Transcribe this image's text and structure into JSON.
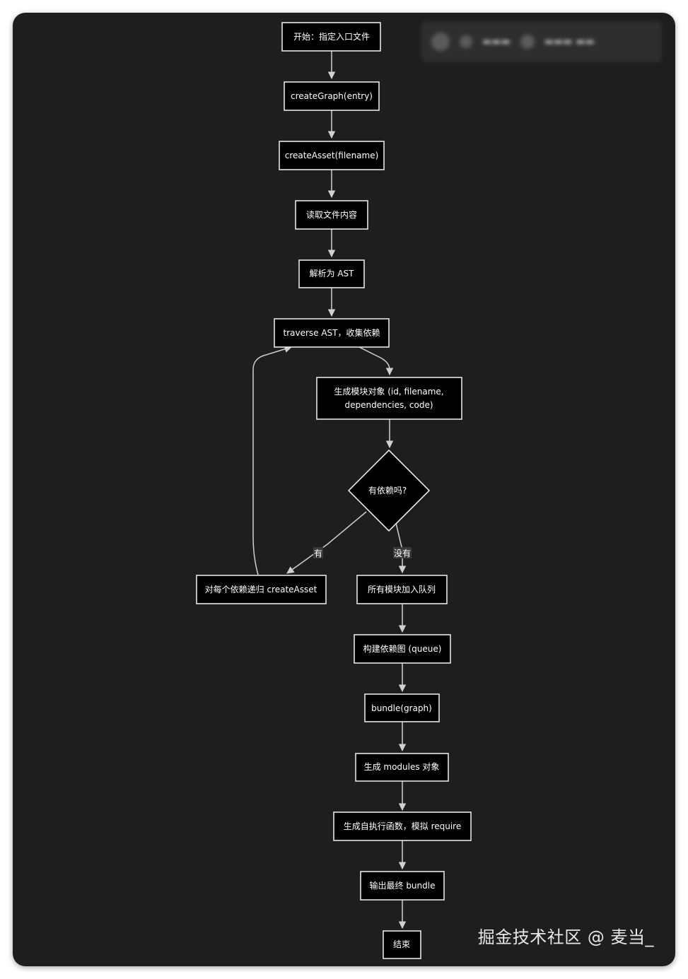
{
  "nodes": {
    "start": "开始：指定入口文件",
    "create_graph": "createGraph(entry)",
    "create_asset": "createAsset(filename)",
    "read_file": "读取文件内容",
    "parse_ast": "解析为 AST",
    "traverse": "traverse AST，收集依赖",
    "module_obj_line1": "生成模块对象 (id, filename,",
    "module_obj_line2": "dependencies, code)",
    "decision": "有依赖吗?",
    "recurse": "对每个依赖递归 createAsset",
    "queue": "所有模块加入队列",
    "build_graph": "构建依赖图 (queue)",
    "bundle": "bundle(graph)",
    "gen_modules": "生成 modules 对象",
    "gen_iife": "生成自执行函数，模拟 require",
    "output": "输出最终 bundle",
    "end": "结束"
  },
  "edge_labels": {
    "yes": "有",
    "no": "没有"
  },
  "watermark": "掘金技术社区 @ 麦当_",
  "colors": {
    "background": "#1e1e1e",
    "node_fill": "#000000",
    "node_stroke": "#e6e6e6",
    "edge": "#d0d0d0"
  }
}
